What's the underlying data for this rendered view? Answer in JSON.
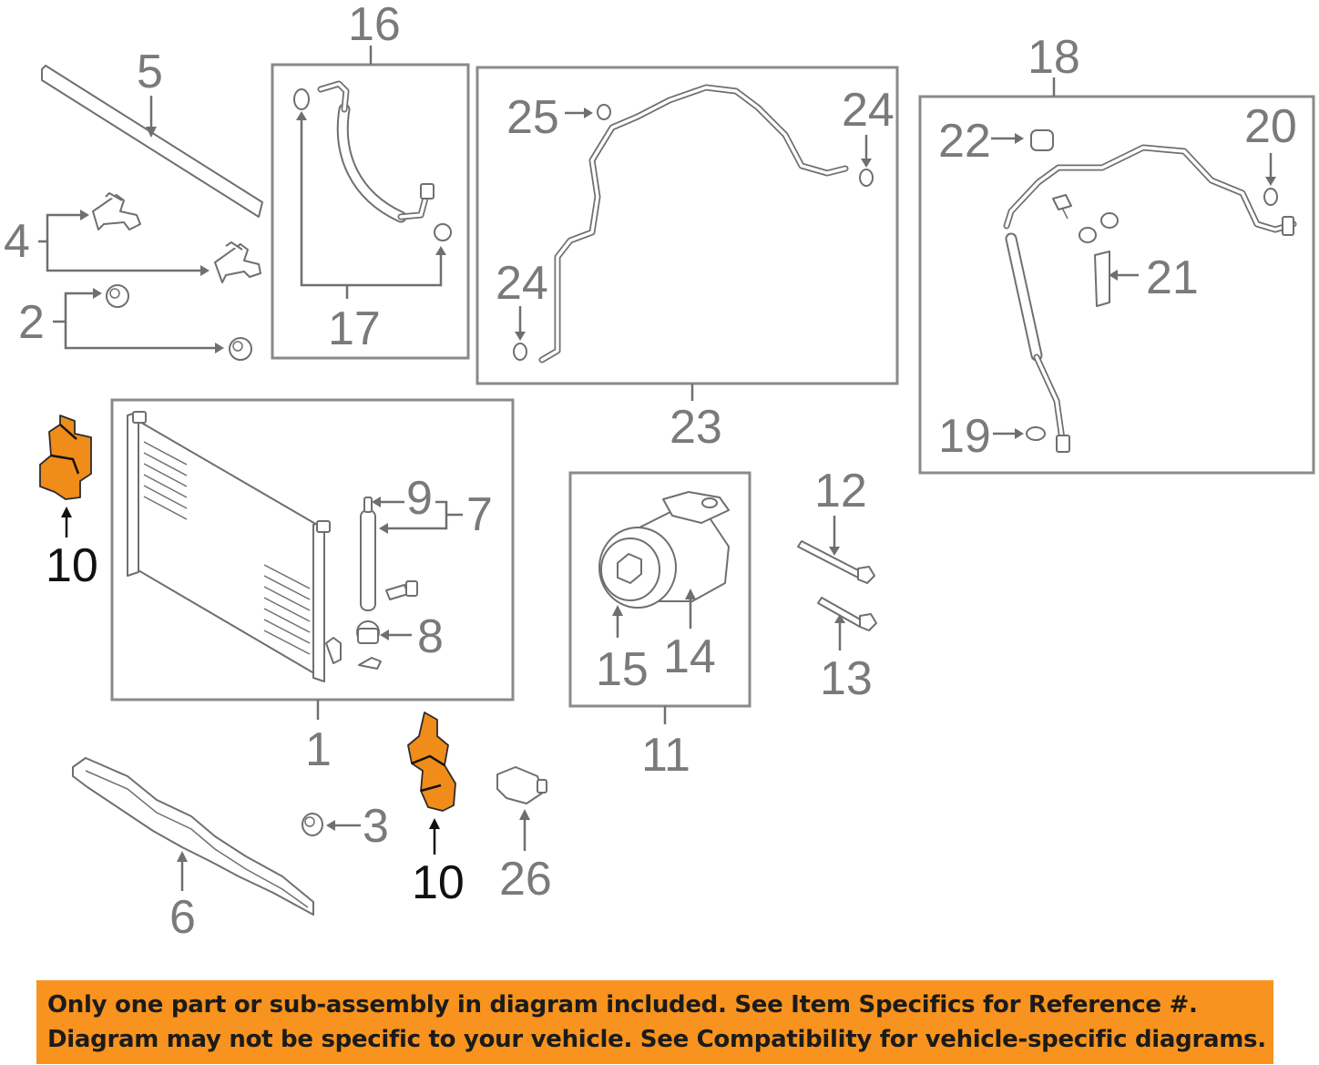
{
  "callouts": {
    "n1": "1",
    "n2": "2",
    "n3": "3",
    "n4": "4",
    "n5": "5",
    "n6": "6",
    "n7": "7",
    "n8": "8",
    "n9": "9",
    "n10a": "10",
    "n10b": "10",
    "n11": "11",
    "n12": "12",
    "n13": "13",
    "n14": "14",
    "n15": "15",
    "n16": "16",
    "n17": "17",
    "n18": "18",
    "n19": "19",
    "n20": "20",
    "n21": "21",
    "n22": "22",
    "n23": "23",
    "n24a": "24",
    "n24b": "24",
    "n25": "25",
    "n26": "26"
  },
  "highlighted_part": "10",
  "colors": {
    "highlight": "#f08c1a",
    "banner": "#f7931e",
    "line": "#6f6f6f"
  },
  "banner": {
    "line1": "Only one part or sub-assembly in diagram included. See Item Specifics for Reference #.",
    "line2": "Diagram may not be specific to your vehicle. See Compatibility for vehicle-specific diagrams."
  }
}
